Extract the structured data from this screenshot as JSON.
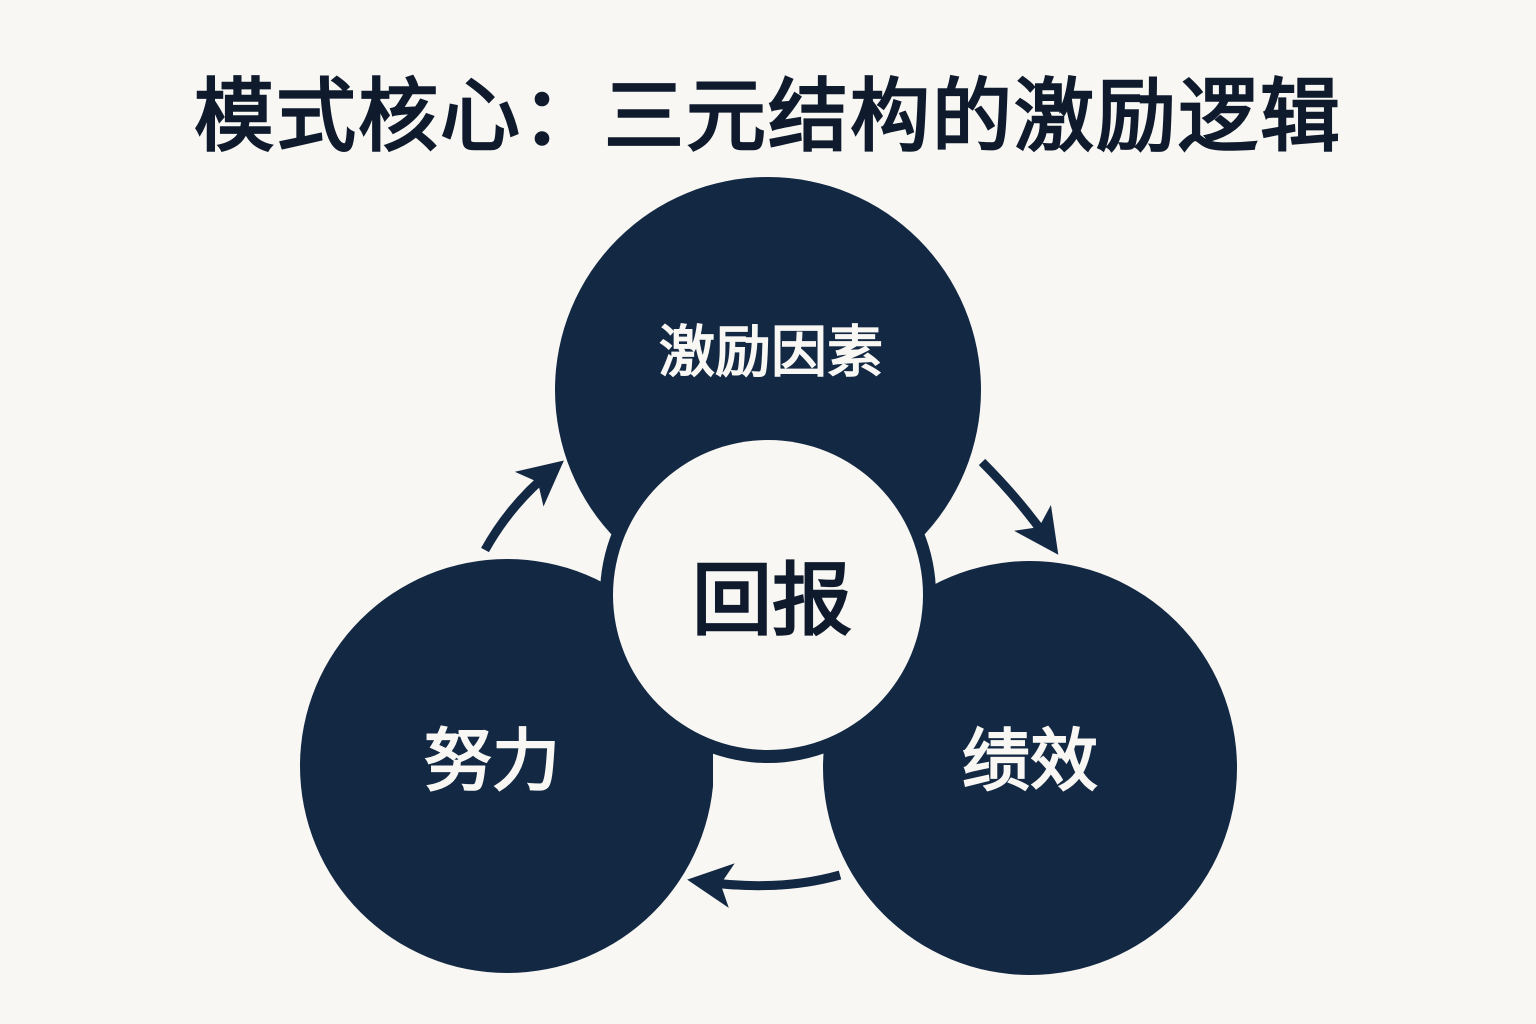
{
  "title": "模式核心：三元结构的激励逻辑",
  "colors": {
    "background": "#f8f7f3",
    "node": "#132843",
    "text_dark": "#0f1b2d",
    "text_light": "#f8f7f3"
  },
  "nodes": {
    "top": {
      "label": "激励因素"
    },
    "left": {
      "label": "努力"
    },
    "right": {
      "label": "绩效"
    },
    "center": {
      "label": "回报"
    }
  },
  "arrows": [
    {
      "from": "努力",
      "to": "激励因素",
      "direction": "up-right"
    },
    {
      "from": "激励因素",
      "to": "绩效",
      "direction": "down-right"
    },
    {
      "from": "绩效",
      "to": "努力",
      "direction": "left"
    }
  ]
}
